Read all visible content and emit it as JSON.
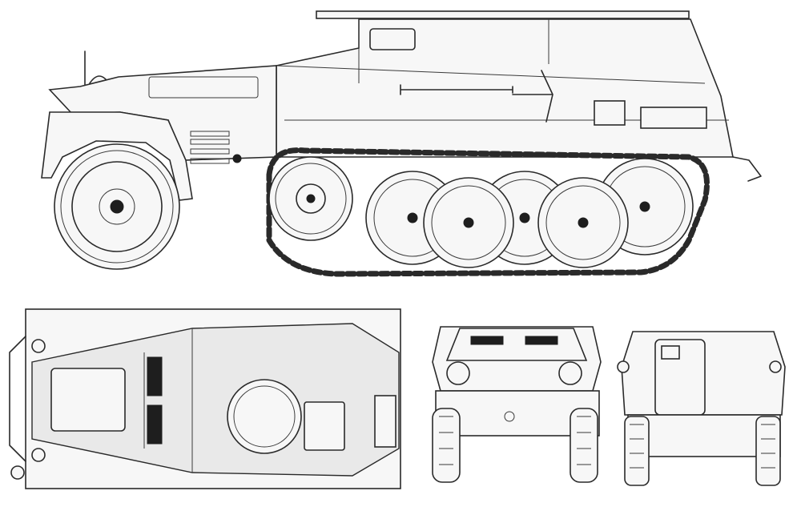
{
  "drawing": {
    "views": [
      "side-view",
      "top-view",
      "front-view",
      "rear-view"
    ],
    "line_color": "#2a2a2a",
    "background": "#ffffff"
  }
}
